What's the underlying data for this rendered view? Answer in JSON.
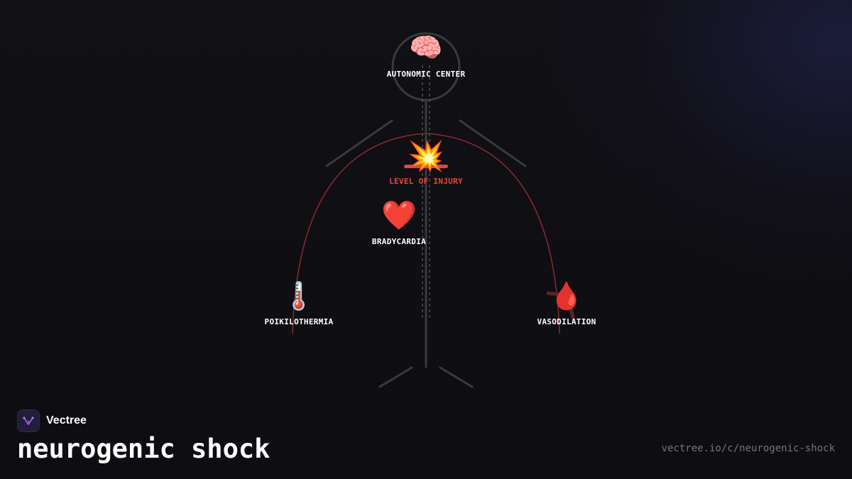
{
  "brand": {
    "name": "Vectree",
    "logo_icon": "vectree-logo-icon",
    "logo_color": "#9b5de5"
  },
  "title": "neurogenic shock",
  "url": "vectree.io/c/neurogenic-shock",
  "diagram": {
    "nodes": {
      "brain": {
        "label": "AUTONOMIC CENTER",
        "icon": "brain-icon",
        "emoji": "🧠"
      },
      "injury": {
        "label": "LEVEL OF INJURY",
        "icon": "explosion-icon",
        "emoji": "💥"
      },
      "heart": {
        "label": "BRADYCARDIA",
        "icon": "heart-icon",
        "emoji": "❤️"
      },
      "temp": {
        "label": "POIKILOTHERMIA",
        "icon": "thermometer-icon",
        "emoji": "🌡️"
      },
      "vessel": {
        "label": "VASODILATION",
        "icon": "blood-drop-icon",
        "emoji": "🩸"
      }
    }
  },
  "colors": {
    "background": "#0e0d11",
    "body_outline": "#3a393d",
    "injury_accent": "#e0483e",
    "effect_curve": "#8a2a2e"
  }
}
